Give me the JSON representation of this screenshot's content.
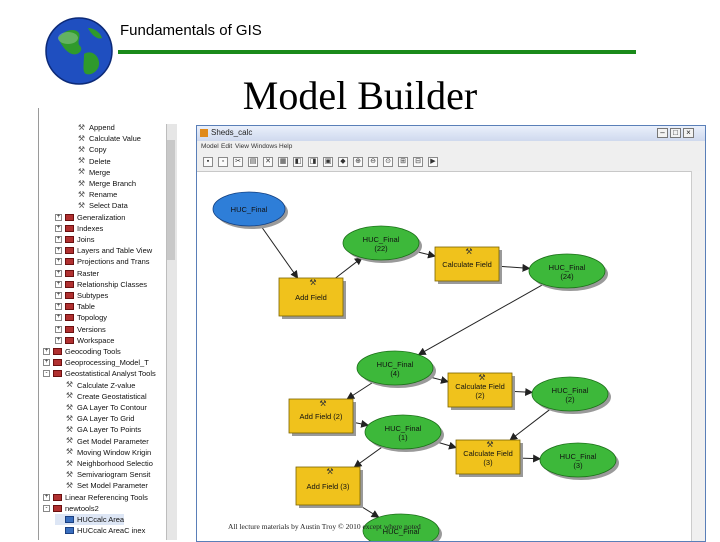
{
  "slide": {
    "course_title": "Fundamentals of GIS",
    "title": "Model Builder",
    "footer": "All lecture materials by Austin Troy © 2010 except where noted"
  },
  "colors": {
    "accent_green": "#1a8a1a",
    "data_node": "#3db83a",
    "input_node": "#2e7ed8",
    "tool_node": "#f0c21c"
  },
  "toolbox": {
    "items": [
      {
        "label": "Append",
        "icon": "hammer-icon",
        "indent": 3,
        "expander": ""
      },
      {
        "label": "Calculate Value",
        "icon": "hammer-icon",
        "indent": 3,
        "expander": ""
      },
      {
        "label": "Copy",
        "icon": "hammer-icon",
        "indent": 3,
        "expander": ""
      },
      {
        "label": "Delete",
        "icon": "hammer-icon",
        "indent": 3,
        "expander": ""
      },
      {
        "label": "Merge",
        "icon": "hammer-icon",
        "indent": 3,
        "expander": ""
      },
      {
        "label": "Merge Branch",
        "icon": "hammer-icon",
        "indent": 3,
        "expander": ""
      },
      {
        "label": "Rename",
        "icon": "hammer-icon",
        "indent": 3,
        "expander": ""
      },
      {
        "label": "Select Data",
        "icon": "hammer-icon",
        "indent": 3,
        "expander": ""
      },
      {
        "label": "Generalization",
        "icon": "toolbox-icon",
        "indent": 2,
        "expander": "+"
      },
      {
        "label": "Indexes",
        "icon": "toolbox-icon",
        "indent": 2,
        "expander": "+"
      },
      {
        "label": "Joins",
        "icon": "toolbox-icon",
        "indent": 2,
        "expander": "+"
      },
      {
        "label": "Layers and Table View",
        "icon": "toolbox-icon",
        "indent": 2,
        "expander": "+"
      },
      {
        "label": "Projections and Trans",
        "icon": "toolbox-icon",
        "indent": 2,
        "expander": "+"
      },
      {
        "label": "Raster",
        "icon": "toolbox-icon",
        "indent": 2,
        "expander": "+"
      },
      {
        "label": "Relationship Classes",
        "icon": "toolbox-icon",
        "indent": 2,
        "expander": "+"
      },
      {
        "label": "Subtypes",
        "icon": "toolbox-icon",
        "indent": 2,
        "expander": "+"
      },
      {
        "label": "Table",
        "icon": "toolbox-icon",
        "indent": 2,
        "expander": "+"
      },
      {
        "label": "Topology",
        "icon": "toolbox-icon",
        "indent": 2,
        "expander": "+"
      },
      {
        "label": "Versions",
        "icon": "toolbox-icon",
        "indent": 2,
        "expander": "+"
      },
      {
        "label": "Workspace",
        "icon": "toolbox-icon",
        "indent": 2,
        "expander": "+"
      },
      {
        "label": "Geocoding Tools",
        "icon": "toolbox-icon",
        "indent": 1,
        "expander": "+"
      },
      {
        "label": "Geoprocessing_Model_T",
        "icon": "toolbox-icon",
        "indent": 1,
        "expander": "+"
      },
      {
        "label": "Geostatistical Analyst Tools",
        "icon": "toolbox-icon",
        "indent": 1,
        "expander": "-"
      },
      {
        "label": "Calculate Z-value",
        "icon": "hammer-icon",
        "indent": 2,
        "expander": ""
      },
      {
        "label": "Create Geostatistical",
        "icon": "hammer-icon",
        "indent": 2,
        "expander": ""
      },
      {
        "label": "GA Layer To Contour",
        "icon": "hammer-icon",
        "indent": 2,
        "expander": ""
      },
      {
        "label": "GA Layer To Grid",
        "icon": "hammer-icon",
        "indent": 2,
        "expander": ""
      },
      {
        "label": "GA Layer To Points",
        "icon": "hammer-icon",
        "indent": 2,
        "expander": ""
      },
      {
        "label": "Get Model Parameter",
        "icon": "hammer-icon",
        "indent": 2,
        "expander": ""
      },
      {
        "label": "Moving Window Krigin",
        "icon": "hammer-icon",
        "indent": 2,
        "expander": ""
      },
      {
        "label": "Neighborhood Selectio",
        "icon": "hammer-icon",
        "indent": 2,
        "expander": ""
      },
      {
        "label": "Semivariogram Sensit",
        "icon": "hammer-icon",
        "indent": 2,
        "expander": ""
      },
      {
        "label": "Set Model Parameter",
        "icon": "hammer-icon",
        "indent": 2,
        "expander": ""
      },
      {
        "label": "Linear Referencing Tools",
        "icon": "toolbox-icon",
        "indent": 1,
        "expander": "+"
      },
      {
        "label": "newtools2",
        "icon": "toolbox-icon",
        "indent": 1,
        "expander": "-"
      },
      {
        "label": "HUCcalc Area",
        "icon": "model-icon",
        "indent": 2,
        "expander": ""
      },
      {
        "label": "HUCcalc AreaC inex",
        "icon": "model-icon",
        "indent": 2,
        "expander": ""
      }
    ]
  },
  "model_window": {
    "title": "Sheds_calc",
    "menus": [
      "Model",
      "Edit",
      "View",
      "Windows",
      "Help"
    ],
    "tools": [
      "▪",
      "▫",
      "✂",
      "▤",
      "✕",
      "▦",
      "◧",
      "◨",
      "▣",
      "◆",
      "⊕",
      "⊖",
      "⊙",
      "⊞",
      "⊟",
      "▶"
    ],
    "nodes": [
      {
        "id": "huc-final-input",
        "kind": "input",
        "label": "HUC_Final",
        "sub": ""
      },
      {
        "id": "huc-final-22",
        "kind": "data",
        "label": "HUC_Final",
        "sub": "(22)"
      },
      {
        "id": "calc-field",
        "kind": "tool",
        "label": "Calculate Field",
        "sub": ""
      },
      {
        "id": "huc-final-24",
        "kind": "data",
        "label": "HUC_Final",
        "sub": "(24)"
      },
      {
        "id": "add-field",
        "kind": "tool",
        "label": "Add Field",
        "sub": ""
      },
      {
        "id": "huc-final-4",
        "kind": "data",
        "label": "HUC_Final",
        "sub": "(4)"
      },
      {
        "id": "calc-field-2",
        "kind": "tool",
        "label": "Calculate Field",
        "sub": "(2)"
      },
      {
        "id": "huc-final-2",
        "kind": "data",
        "label": "HUC_Final",
        "sub": "(2)"
      },
      {
        "id": "add-field-2",
        "kind": "tool",
        "label": "Add Field (2)",
        "sub": ""
      },
      {
        "id": "huc-final-1",
        "kind": "data",
        "label": "HUC_Final",
        "sub": "(1)"
      },
      {
        "id": "calc-field-3",
        "kind": "tool",
        "label": "Calculate Field",
        "sub": "(3)"
      },
      {
        "id": "huc-final-3",
        "kind": "data",
        "label": "HUC_Final",
        "sub": "(3)"
      },
      {
        "id": "add-field-3",
        "kind": "tool",
        "label": "Add Field (3)",
        "sub": ""
      },
      {
        "id": "huc-final-5",
        "kind": "data",
        "label": "HUC_Final",
        "sub": ""
      }
    ],
    "connections": [
      [
        "huc-final-input",
        "add-field"
      ],
      [
        "add-field",
        "huc-final-22"
      ],
      [
        "huc-final-22",
        "calc-field"
      ],
      [
        "calc-field",
        "huc-final-24"
      ],
      [
        "huc-final-24",
        "huc-final-4"
      ],
      [
        "huc-final-4",
        "add-field-2"
      ],
      [
        "huc-final-4",
        "calc-field-2"
      ],
      [
        "calc-field-2",
        "huc-final-2"
      ],
      [
        "add-field-2",
        "huc-final-1"
      ],
      [
        "huc-final-1",
        "calc-field-3"
      ],
      [
        "huc-final-2",
        "calc-field-3"
      ],
      [
        "calc-field-3",
        "huc-final-3"
      ],
      [
        "huc-final-1",
        "add-field-3"
      ],
      [
        "add-field-3",
        "huc-final-5"
      ]
    ]
  }
}
